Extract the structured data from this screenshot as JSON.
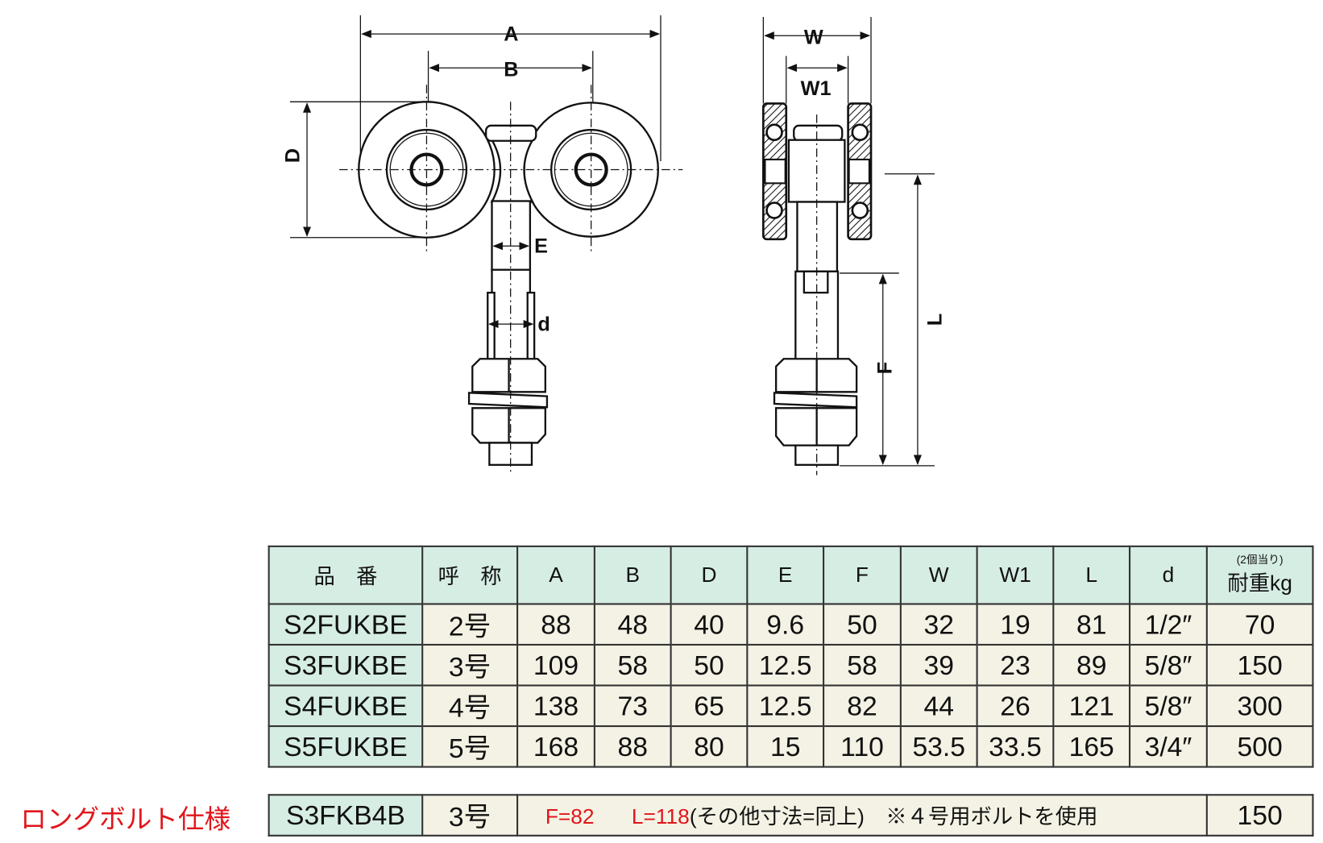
{
  "drawing": {
    "front_labels": {
      "A": "A",
      "B": "B",
      "D": "D",
      "E": "E",
      "d": "d"
    },
    "side_labels": {
      "W": "W",
      "W1": "W1",
      "L": "L",
      "F": "F"
    }
  },
  "table": {
    "headers": [
      "品　番",
      "呼　称",
      "A",
      "B",
      "D",
      "E",
      "F",
      "W",
      "W1",
      "L",
      "d"
    ],
    "load_header_note": "(2個当り)",
    "load_header": "耐重kg",
    "rows": [
      [
        "S2FUKBE",
        "2号",
        "88",
        "48",
        "40",
        "9.6",
        "50",
        "32",
        "19",
        "81",
        "1/2″",
        "70"
      ],
      [
        "S3FUKBE",
        "3号",
        "109",
        "58",
        "50",
        "12.5",
        "58",
        "39",
        "23",
        "89",
        "5/8″",
        "150"
      ],
      [
        "S4FUKBE",
        "4号",
        "138",
        "73",
        "65",
        "12.5",
        "82",
        "44",
        "26",
        "121",
        "5/8″",
        "300"
      ],
      [
        "S5FUKBE",
        "5号",
        "168",
        "88",
        "80",
        "15",
        "110",
        "53.5",
        "33.5",
        "165",
        "3/4″",
        "500"
      ]
    ]
  },
  "long_bolt": {
    "label": "ロングボルト仕様",
    "part": "S3FKB4B",
    "size": "3号",
    "f_value": "F=82",
    "l_value": "L=118",
    "note": "(その他寸法=同上)　※４号用ボルトを使用",
    "load": "150"
  },
  "colors": {
    "header_bg": "#d6ede4",
    "cell_bg": "#f4f2e4",
    "accent_red": "#e0161b"
  }
}
